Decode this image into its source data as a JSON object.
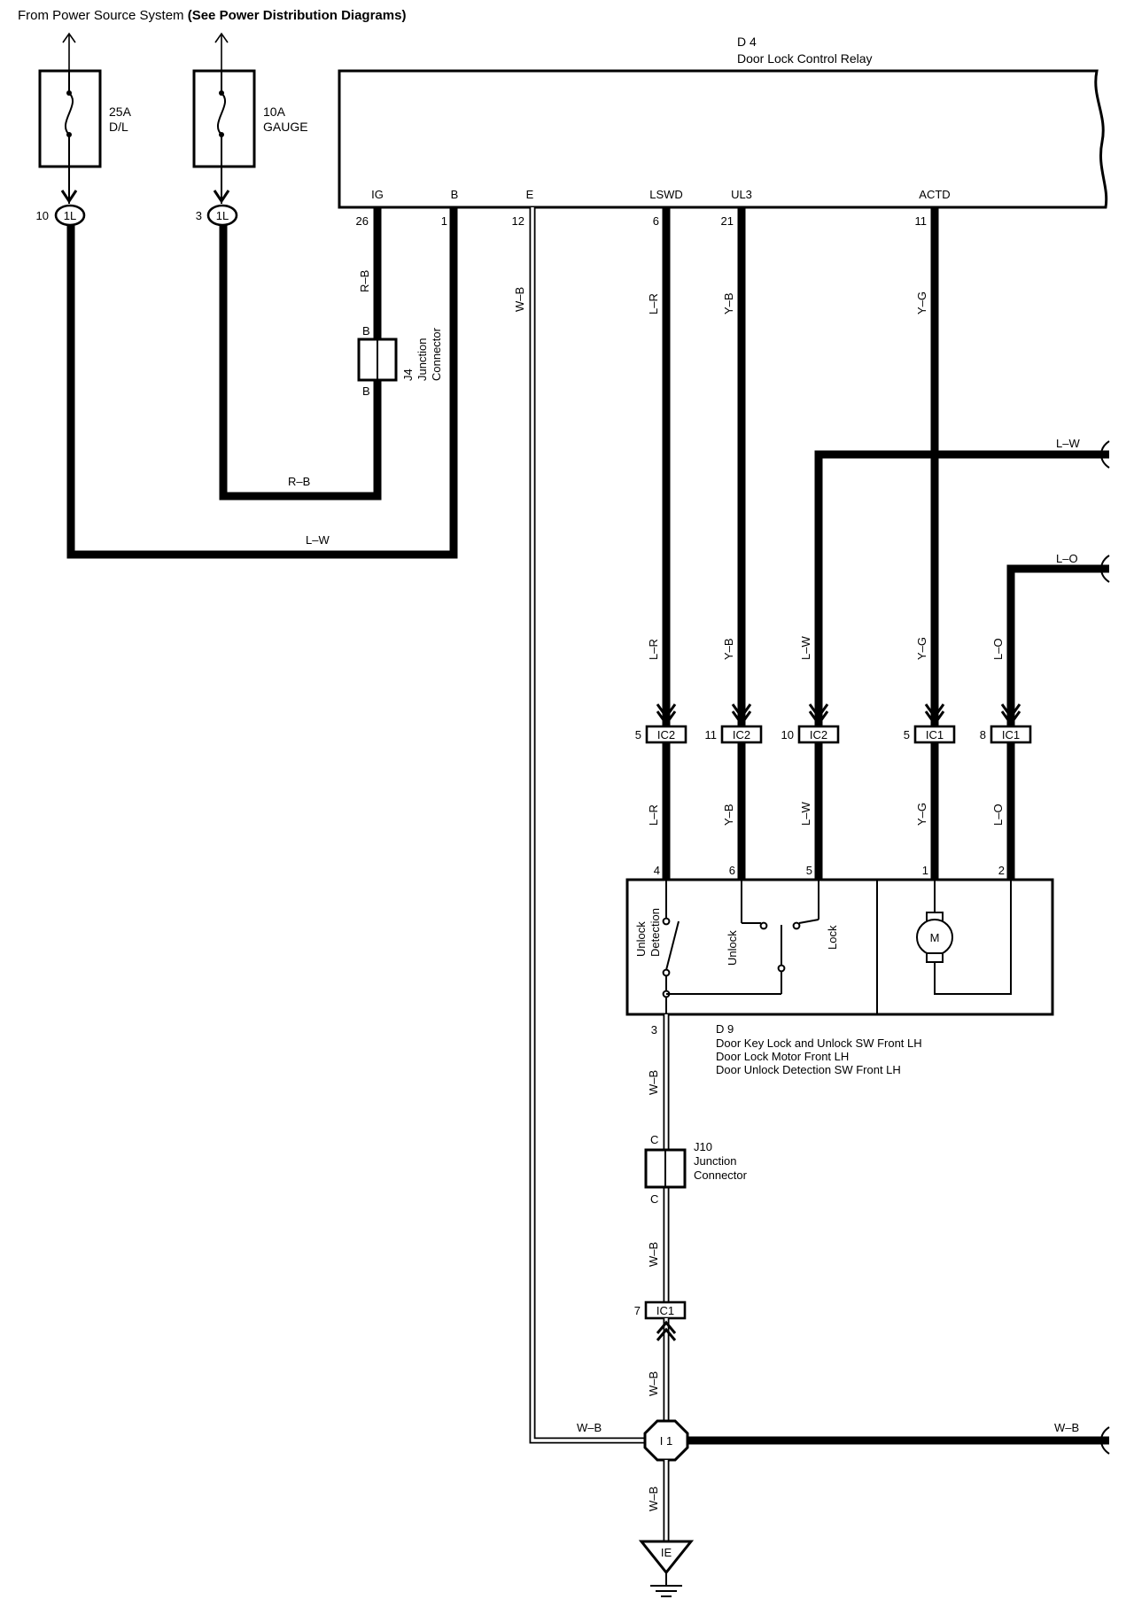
{
  "header": {
    "prefix": "From Power Source System ",
    "emphasis": "(See Power Distribution Diagrams)"
  },
  "fuses": [
    {
      "rating": "25A",
      "name": "D/L",
      "pin": "10",
      "connector": "1L"
    },
    {
      "rating": "10A",
      "name": "GAUGE",
      "pin": "3",
      "connector": "1L"
    }
  ],
  "relay": {
    "code": "D 4",
    "name": "Door Lock Control Relay",
    "terminals": [
      {
        "name": "IG",
        "pin": "26"
      },
      {
        "name": "B",
        "pin": "1"
      },
      {
        "name": "E",
        "pin": "12"
      },
      {
        "name": "LSWD",
        "pin": "6"
      },
      {
        "name": "UL3",
        "pin": "21"
      },
      {
        "name": "ACTD",
        "pin": "11"
      }
    ]
  },
  "wires": {
    "rb": "R–B",
    "lw": "L–W",
    "wb": "W–B",
    "lr": "L–R",
    "yb": "Y–B",
    "yg": "Y–G",
    "lo": "L–O"
  },
  "j4": {
    "code": "J4",
    "line1": "Junction",
    "line2": "Connector",
    "pin_top": "B",
    "pin_bottom": "B"
  },
  "ic_connectors": [
    {
      "pin": "5",
      "name": "IC2"
    },
    {
      "pin": "11",
      "name": "IC2"
    },
    {
      "pin": "10",
      "name": "IC2"
    },
    {
      "pin": "5",
      "name": "IC1"
    },
    {
      "pin": "8",
      "name": "IC1"
    }
  ],
  "d9": {
    "code": "D 9",
    "lines": [
      "Door Key Lock and Unlock SW Front LH",
      "Door Lock Motor Front LH",
      "Door Unlock Detection SW Front LH"
    ],
    "pins": [
      "4",
      "6",
      "5",
      "1",
      "2",
      "3"
    ],
    "unlock_detection_1": "Unlock",
    "unlock_detection_2": "Detection",
    "unlock": "Unlock",
    "lock": "Lock",
    "motor": "M"
  },
  "j10": {
    "code": "J10",
    "line1": "Junction",
    "line2": "Connector",
    "pin_top": "C",
    "pin_bottom": "C"
  },
  "ic1_lower": {
    "pin": "7",
    "name": "IC1"
  },
  "ground_junction": "I 1",
  "ground": "IE"
}
